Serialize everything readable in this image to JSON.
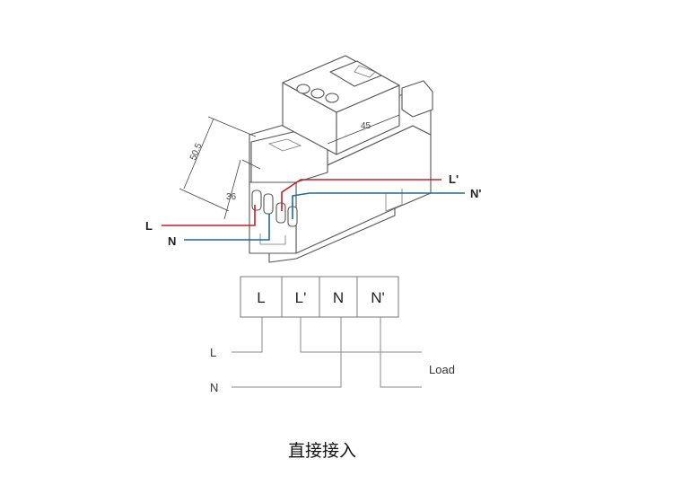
{
  "device_view": {
    "dimensions": {
      "height_total": "50.5",
      "height_terminal": "36",
      "width": "45"
    },
    "wires": {
      "L": "L",
      "N": "N",
      "L_out": "L'",
      "N_out": "N'"
    },
    "colors": {
      "line_wire": "#c0202a",
      "neutral_wire": "#1f6a9a"
    }
  },
  "schematic": {
    "terminals": [
      "L",
      "L'",
      "N",
      "N'"
    ],
    "left_labels": {
      "L": "L",
      "N": "N"
    },
    "load_label": "Load"
  },
  "caption": "直接接入"
}
